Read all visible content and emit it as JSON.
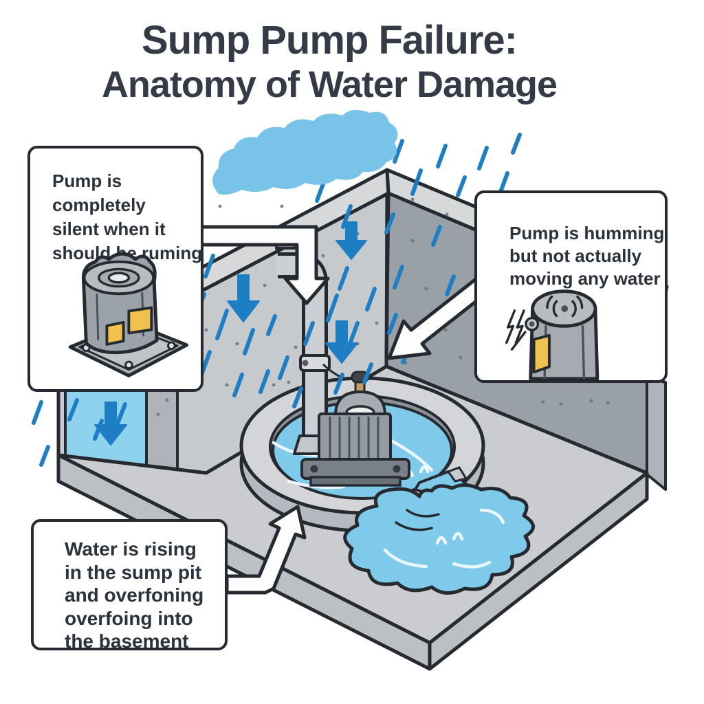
{
  "title": {
    "line1": "Sump Pump Failure:",
    "line2": "Anatomy of Water Damage"
  },
  "callouts": {
    "silent": {
      "lines": [
        "Pump is",
        "completely",
        "silent when it",
        "should be ruming"
      ]
    },
    "humming": {
      "lines": [
        "Pump is humming",
        "but not actually",
        "moving any water"
      ]
    },
    "rising": {
      "lines": [
        "Water is rising",
        "in the sump pit",
        "and overfoning",
        "overfoing into",
        "the basement"
      ]
    }
  },
  "icons": {
    "cloud": "rain-cloud",
    "rain": "rain-streaks",
    "wall_arrows": "water-seep-down-arrow",
    "pointer": "callout-pointer-arrow",
    "silent_pump": "silent-pump-illustration",
    "humming_pump": "humming-pump-illustration",
    "humming_waves": "humming-waves-icon",
    "vibration": "vibration-zigzag-icon",
    "pit": "sump-pit",
    "pump": "submersible-pump",
    "pipe": "discharge-pipe",
    "cable": "float-switch-cable",
    "puddle": "overflow-puddle",
    "walls": "basement-walls",
    "floor": "basement-floor"
  },
  "colors": {
    "outline": "#252a31",
    "title_text": "#343b47",
    "body_text": "#2b323c",
    "cloud_blue": "#79c3e8",
    "rain_blue": "#1e7ec4",
    "water_blue": "#7fc9ea",
    "saturated_blue": "#8ed2ee",
    "wall_gray": "#c7cacd",
    "wall_dark": "#9aa0a7",
    "cap_gray": "#d6d8da",
    "floor_gray": "#caccd0",
    "slab_gray": "#bcc0c5",
    "strip_gray": "#b0b4ba",
    "rim_top": "#d3d5d8",
    "rim_face": "#b6bac0",
    "pump_gray": "#959ba3",
    "label_yellow": "#f1c14d",
    "box_bg": "#ffffff"
  }
}
